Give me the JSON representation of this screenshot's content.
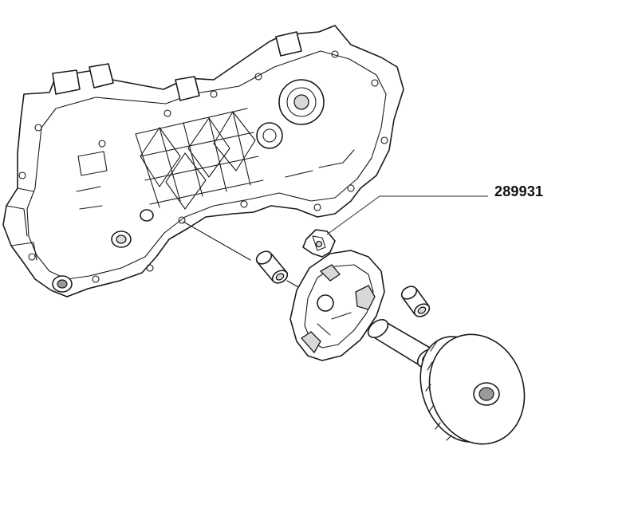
{
  "diagram": {
    "callouts": [
      {
        "id": "variator-cam-part",
        "label": "289931"
      }
    ],
    "components": [
      "crankcase-housing",
      "spacer-bushing-left",
      "variator-cam",
      "variator-ramp-plate",
      "spacer-bushing-right",
      "hub-sleeve",
      "variator-pulley"
    ],
    "colors": {
      "line": "#1a1a1a",
      "leader": "#555555",
      "background": "#ffffff"
    }
  }
}
